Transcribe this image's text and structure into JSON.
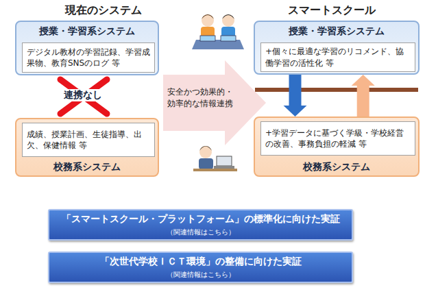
{
  "diagram": {
    "nodes": [
      {
        "text": [
          "授業・学習系システム"
        ]
      },
      {
        "text": [
          "デジタル教材の学習記録、学習成果物、教育SNSのログ 等"
        ],
        "in": 0
      },
      {
        "text": [
          "校務系システム"
        ]
      },
      {
        "text": [
          "成績、授業計画、生徒指導、出欠、保健情報 等"
        ],
        "in": 2
      },
      {
        "text": [
          "安全かつ効果的・効率的な情報連携"
        ]
      },
      {
        "text": [
          "授業・学習系システム"
        ]
      },
      {
        "text": [
          "+個々に最適な学習のリコメンド、協働学習の活性化 等"
        ],
        "in": 5
      },
      {
        "text": [
          "校務系システム"
        ]
      },
      {
        "text": [
          "+学習データに基づく学級・学校経営の改善、事務負担の軽減 等"
        ],
        "in": 7
      },
      {
        "text": [
          "「スマートスクール・プラットフォーム」の標準化に向けた実証",
          "（関連情報はこちら）"
        ]
      },
      {
        "text": [
          "「次世代学校ＩＣＴ環境」の整備に向けた実証",
          "（関連情報はこちら）"
        ]
      }
    ],
    "edges": [
      {
        "from": 5,
        "to": 7,
        "arrow": "to"
      },
      {
        "from": 7,
        "to": 5,
        "arrow": "to"
      }
    ],
    "labels": [
      "現在のシステム",
      "スマートスクール",
      "連携なし"
    ]
  }
}
